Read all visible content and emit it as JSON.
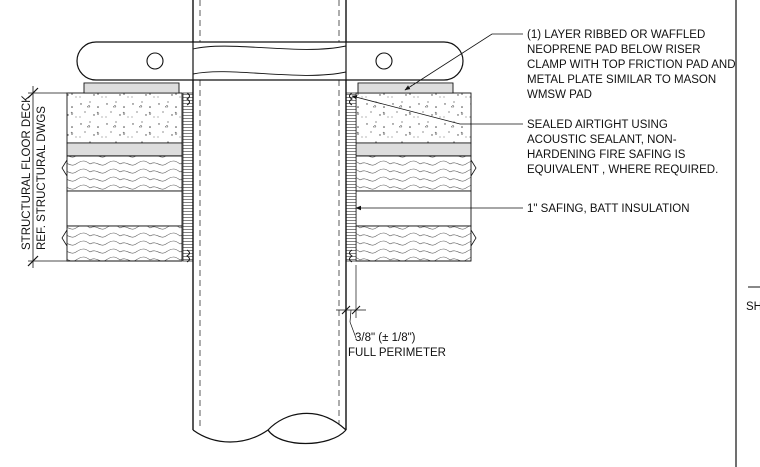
{
  "callouts": {
    "neoprene_pad": [
      "(1) LAYER RIBBED OR WAFFLED",
      "NEOPRENE PAD BELOW RISER",
      "CLAMP WITH TOP FRICTION PAD AND",
      "METAL PLATE SIMILAR TO MASON",
      "WMSW PAD"
    ],
    "sealant": [
      "SEALED AIRTIGHT USING",
      "ACOUSTIC SEALANT, NON-",
      "HARDENING FIRE SAFING IS",
      "EQUIVALENT , WHERE REQUIRED."
    ],
    "insulation": "1\" SAFING, BATT INSULATION"
  },
  "gap_dimension": {
    "value": "3/8\" (± 1/8\")",
    "note": "FULL PERIMETER"
  },
  "floor_label": {
    "line1": "STRUCTURAL FLOOR DECK",
    "line2": "REF. STRUCTURAL DWGS"
  },
  "title_block": {
    "fragment": "SH"
  }
}
